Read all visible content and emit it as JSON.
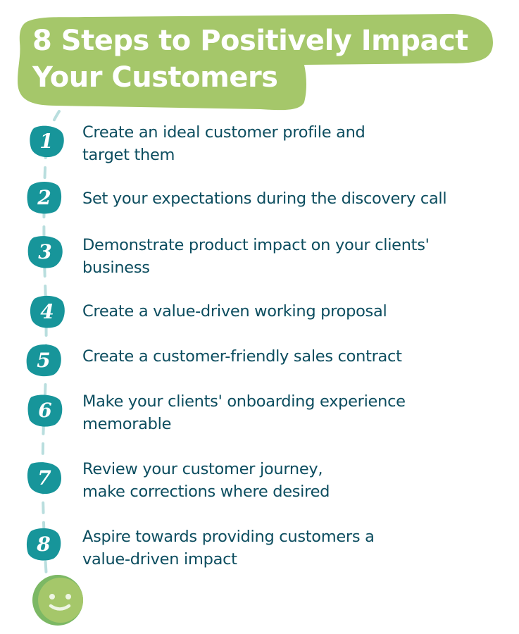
{
  "title": {
    "line1": "8 Steps to Positively Impact",
    "line2": "Your Customers"
  },
  "colors": {
    "title_bg": "#a5c76a",
    "title_text": "#ffffff",
    "badge": "#17959a",
    "badge_text": "#ffffff",
    "step_text": "#0c4d5f",
    "dash_line": "#b9dede",
    "smiley_face": "#a5c76a",
    "smiley_shade": "#7cb864"
  },
  "steps": [
    {
      "number": "1",
      "text": "Create an ideal customer profile and\ntarget them"
    },
    {
      "number": "2",
      "text": "Set your expectations during the discovery call"
    },
    {
      "number": "3",
      "text": "Demonstrate product impact on your clients'\nbusiness"
    },
    {
      "number": "4",
      "text": "Create a value-driven working proposal"
    },
    {
      "number": "5",
      "text": "Create a customer-friendly sales contract"
    },
    {
      "number": "6",
      "text": "Make your clients' onboarding experience\nmemorable"
    },
    {
      "number": "7",
      "text": "Review your customer journey,\nmake corrections where desired"
    },
    {
      "number": "8",
      "text": "Aspire towards providing customers a\nvalue-driven impact"
    }
  ],
  "end_icon": "smiley-face-icon"
}
